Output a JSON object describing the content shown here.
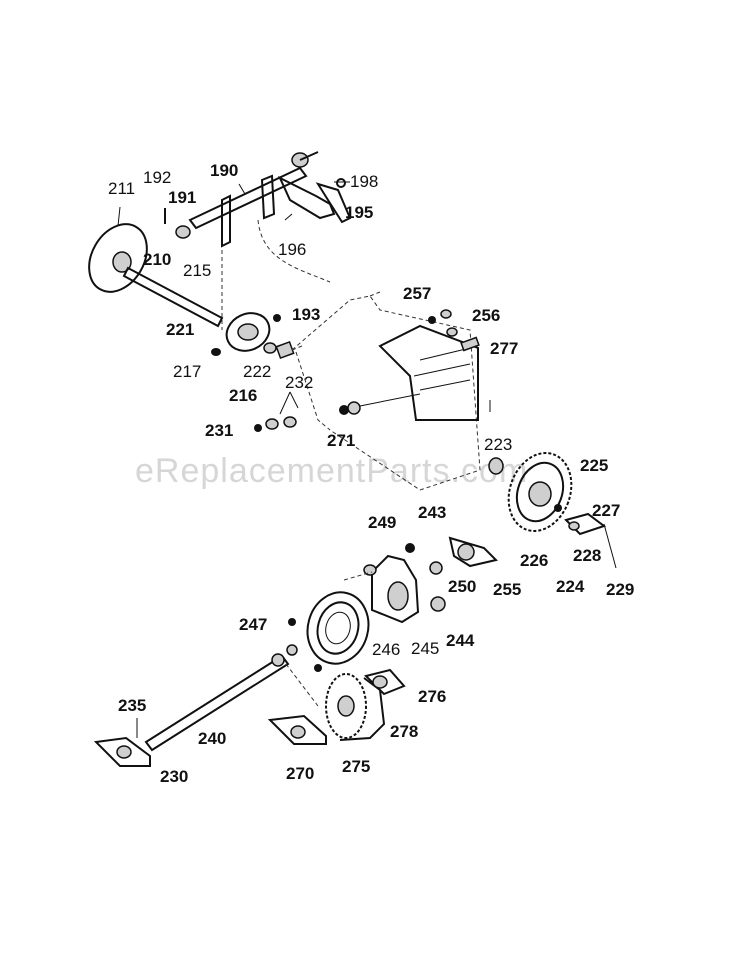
{
  "diagram": {
    "watermark": "eReplacementParts.com",
    "labels": [
      {
        "id": "p190",
        "text": "190",
        "bold": true
      },
      {
        "id": "p192",
        "text": "192"
      },
      {
        "id": "p211",
        "text": "211"
      },
      {
        "id": "p191",
        "text": "191",
        "bold": true
      },
      {
        "id": "p198",
        "text": "198"
      },
      {
        "id": "p195",
        "text": "195",
        "bold": true
      },
      {
        "id": "p196",
        "text": "196"
      },
      {
        "id": "p210",
        "text": "210",
        "bold": true
      },
      {
        "id": "p215",
        "text": "215"
      },
      {
        "id": "p257",
        "text": "257",
        "bold": true
      },
      {
        "id": "p256",
        "text": "256",
        "bold": true
      },
      {
        "id": "p193",
        "text": "193",
        "bold": true
      },
      {
        "id": "p221",
        "text": "221",
        "bold": true
      },
      {
        "id": "p277",
        "text": "277",
        "bold": true
      },
      {
        "id": "p217",
        "text": "217"
      },
      {
        "id": "p222",
        "text": "222"
      },
      {
        "id": "p232",
        "text": "232"
      },
      {
        "id": "p216",
        "text": "216",
        "bold": true
      },
      {
        "id": "p231",
        "text": "231",
        "bold": true
      },
      {
        "id": "p271",
        "text": "271",
        "bold": true
      },
      {
        "id": "p223",
        "text": "223"
      },
      {
        "id": "p225",
        "text": "225",
        "bold": true
      },
      {
        "id": "p249",
        "text": "249",
        "bold": true
      },
      {
        "id": "p243",
        "text": "243",
        "bold": true
      },
      {
        "id": "p227",
        "text": "227",
        "bold": true
      },
      {
        "id": "p226",
        "text": "226",
        "bold": true
      },
      {
        "id": "p228",
        "text": "228",
        "bold": true
      },
      {
        "id": "p250",
        "text": "250",
        "bold": true
      },
      {
        "id": "p255",
        "text": "255",
        "bold": true
      },
      {
        "id": "p224",
        "text": "224",
        "bold": true
      },
      {
        "id": "p229",
        "text": "229",
        "bold": true
      },
      {
        "id": "p247",
        "text": "247",
        "bold": true
      },
      {
        "id": "p244",
        "text": "244",
        "bold": true
      },
      {
        "id": "p246",
        "text": "246"
      },
      {
        "id": "p245",
        "text": "245"
      },
      {
        "id": "p276",
        "text": "276",
        "bold": true
      },
      {
        "id": "p235",
        "text": "235",
        "bold": true
      },
      {
        "id": "p278",
        "text": "278",
        "bold": true
      },
      {
        "id": "p240",
        "text": "240",
        "bold": true
      },
      {
        "id": "p270",
        "text": "270",
        "bold": true
      },
      {
        "id": "p275",
        "text": "275",
        "bold": true
      },
      {
        "id": "p230",
        "text": "230",
        "bold": true
      }
    ]
  }
}
